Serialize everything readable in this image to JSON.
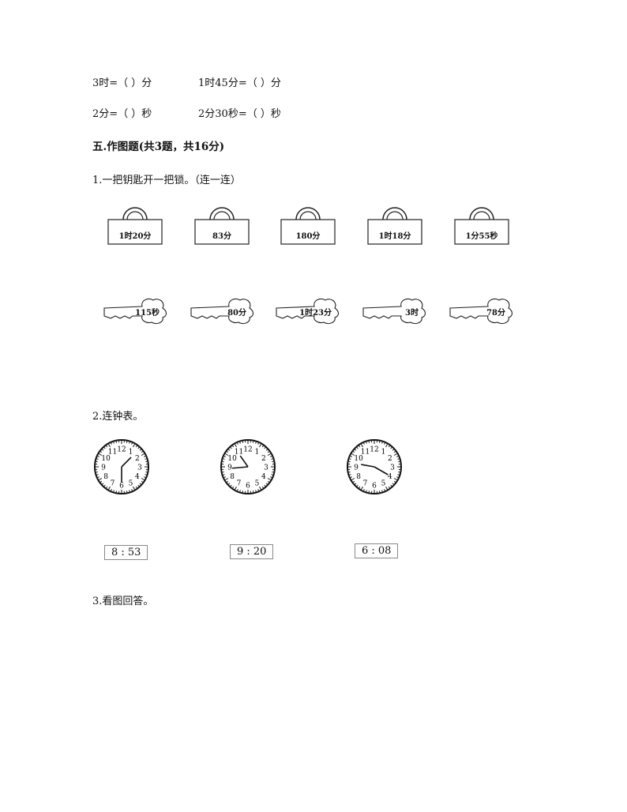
{
  "conversions": [
    {
      "text": "3时=（  ）分"
    },
    {
      "text": "1时45分=（  ）分"
    },
    {
      "text": "2分=（  ）秒"
    },
    {
      "text": "2分30秒=（  ）秒"
    }
  ],
  "section_title": "五.作图题(共3题，共16分)",
  "q1": {
    "title": "1.一把钥匙开一把锁。（连一连）",
    "locks": [
      "1时20分",
      "83分",
      "180分",
      "1时18分",
      "1分55秒"
    ],
    "keys": [
      "115秒",
      "80分",
      "1时23分",
      "3时",
      "78分"
    ]
  },
  "q2": {
    "title": "2.连钟表。",
    "times": [
      "8 : 53",
      "9 : 20",
      "6 : 08"
    ]
  },
  "q3": {
    "title": "3.看图回答。"
  }
}
